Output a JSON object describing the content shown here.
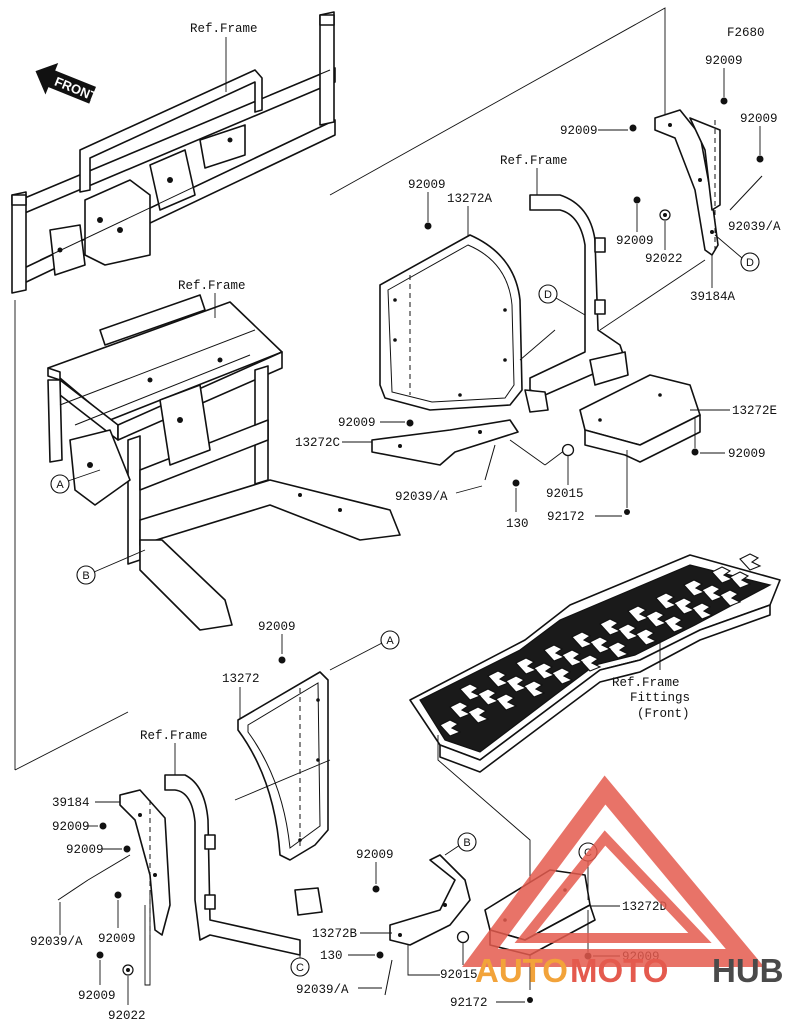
{
  "diagram_code": "F2680",
  "front_arrow": {
    "label": "FRONT"
  },
  "ref_labels": {
    "frame_top": "Ref.Frame",
    "frame_mid": "Ref.Frame",
    "frame_right": "Ref.Frame",
    "frame_left_bottom": "Ref.Frame",
    "fittings_line1": "Ref.Frame",
    "fittings_line2": "Fittings",
    "fittings_line3": "(Front)"
  },
  "part_labels": {
    "p92009_tr1": "92009",
    "p92009_tr2": "92009",
    "p92009_tr3": "92009",
    "p92009_tr4": "92009",
    "p92022_tr": "92022",
    "p92039A_tr": "92039/A",
    "p39184A": "39184A",
    "p92009_mid_top": "92009",
    "p13272A": "13272A",
    "p92009_mid": "92009",
    "p13272C": "13272C",
    "p92039A_mid": "92039/A",
    "p130_mid": "130",
    "p92015_mid": "92015",
    "p92172_mid": "92172",
    "p13272E": "13272E",
    "p92009_e": "92009",
    "p92009_fender": "92009",
    "p13272": "13272",
    "p39184": "39184",
    "p92009_l1": "92009",
    "p92009_l2": "92009",
    "p92039A_l": "92039/A",
    "p92009_l3": "92009",
    "p92009_l4": "92009",
    "p92022_l": "92022",
    "p92009_b": "92009",
    "p13272B": "13272B",
    "p130_b": "130",
    "p92039A_b": "92039/A",
    "p92015_b": "92015",
    "p92172_b": "92172",
    "p13272D": "13272D",
    "p92009_d": "92009"
  },
  "callouts": {
    "A_left": "A",
    "B_left": "B",
    "D_top": "D",
    "D_mid": "D",
    "A_fender": "A",
    "B_bottom": "B",
    "C_left": "C",
    "C_right": "C"
  },
  "watermark": {
    "part1": "AUTO",
    "part2": "MOTO",
    "part3": "HUB"
  },
  "colors": {
    "line": "#111111",
    "watermark_red": "#e45a4e",
    "watermark_orange": "#f2a33a",
    "watermark_gray": "#4a4a4a"
  }
}
